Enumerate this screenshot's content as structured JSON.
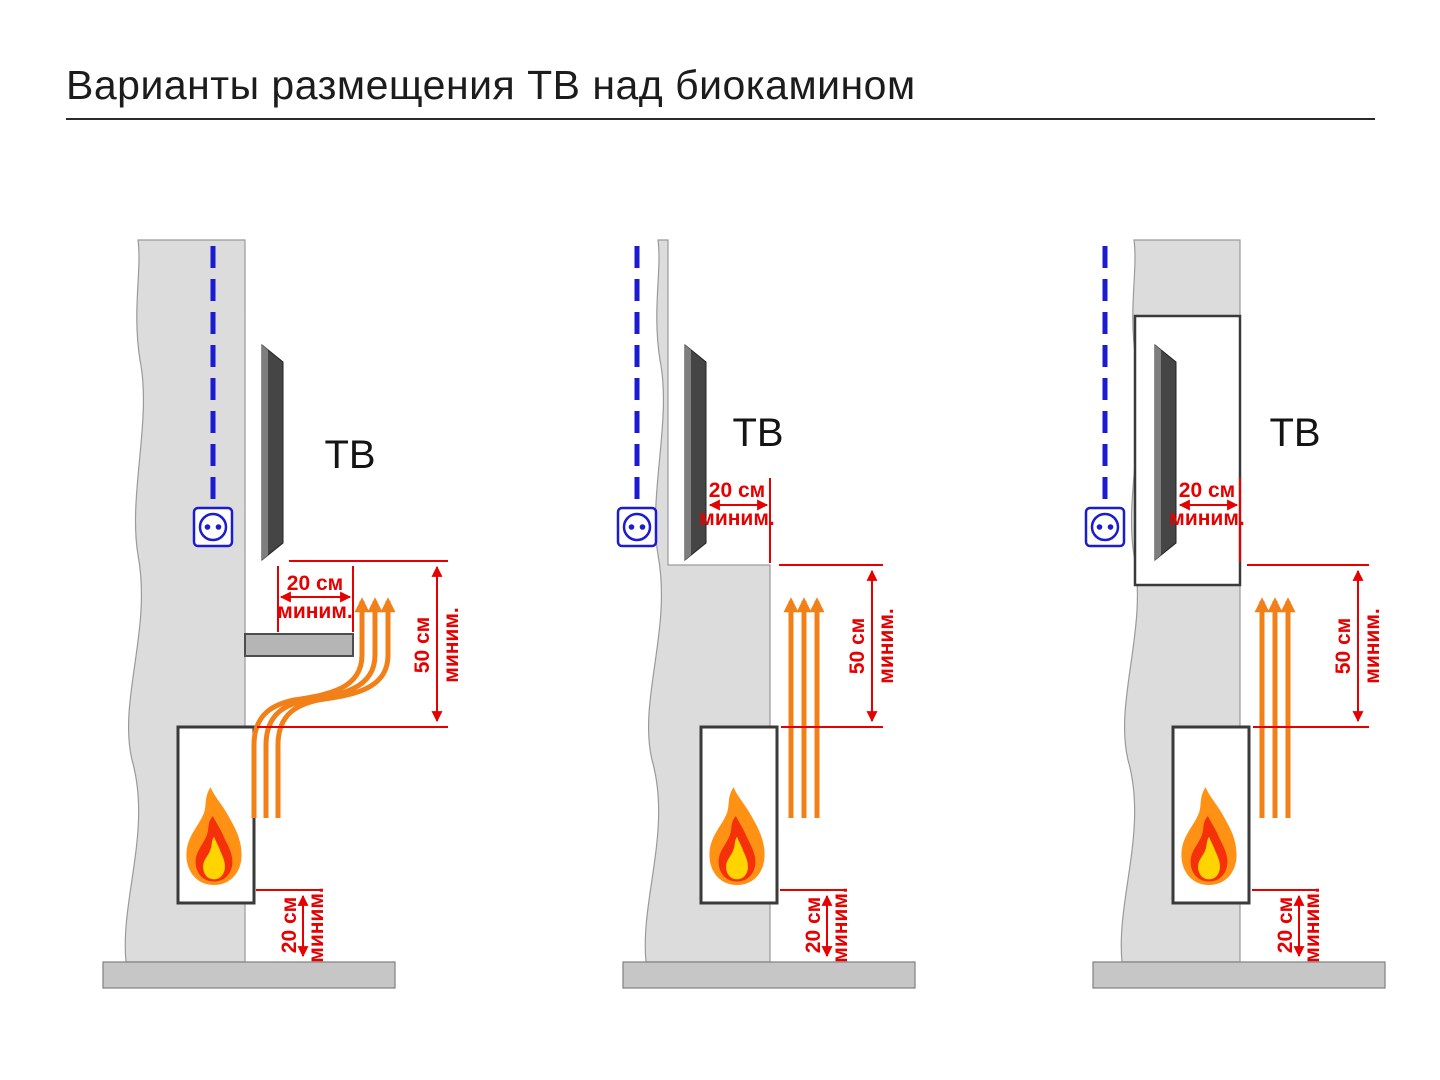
{
  "title": "Варианты размещения ТВ над биокамином",
  "colors": {
    "dimension_red": "#e60000",
    "heat_arrow_orange": "#f28019",
    "power_cable_blue": "#1b1bcf",
    "wall_gray": "#dcdcdc",
    "tv_dark_gray": "#454545",
    "flame_outer": "#ff9215",
    "flame_mid": "#f5310a",
    "flame_inner": "#ffd400"
  },
  "panels": [
    {
      "tv_label": "ТВ",
      "dim_tv_depth": {
        "value": "20 см",
        "qualifier": "миним."
      },
      "dim_fire_clearance": {
        "value": "50 см",
        "qualifier": "миним."
      },
      "dim_floor_clearance": {
        "value": "20 см",
        "qualifier": "миним."
      }
    },
    {
      "tv_label": "ТВ",
      "dim_tv_depth": {
        "value": "20 см",
        "qualifier": "миним."
      },
      "dim_fire_clearance": {
        "value": "50 см",
        "qualifier": "миним."
      },
      "dim_floor_clearance": {
        "value": "20 см",
        "qualifier": "миним."
      }
    },
    {
      "tv_label": "ТВ",
      "dim_tv_depth": {
        "value": "20 см",
        "qualifier": "миним."
      },
      "dim_fire_clearance": {
        "value": "50 см",
        "qualifier": "миним."
      },
      "dim_floor_clearance": {
        "value": "20 см",
        "qualifier": "миним."
      }
    }
  ]
}
